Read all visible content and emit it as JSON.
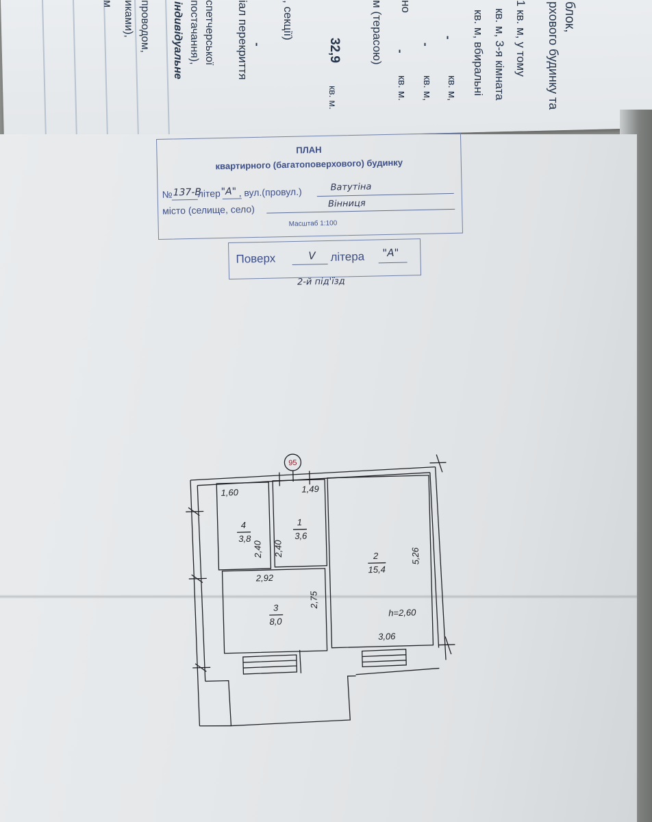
{
  "top_page": {
    "lines": [
      "блок,",
      "рхового будинку та",
      "1  кв. м, у тому",
      "кв. м, 3-я кімната",
      "кв. м, вбиральні",
      "но",
      "м (терасою)",
      "кв. м,",
      "кв. м,",
      "кв. м.",
      "-",
      "-",
      "-",
      "32,9",
      "кв. м.",
      ", секції)",
      "-",
      "іал перекриття",
      "спетчерської",
      "постачання),",
      "індивідуальне",
      "проводом,",
      "иками),",
      "м"
    ]
  },
  "title_block": {
    "heading": "ПЛАН",
    "subheading": "квартирного (багатоповерхового) будинку",
    "number_label": "№",
    "number_value": "137-В",
    "liter_label": "літер",
    "liter_value": "\"А\"",
    "street_label": ", вул.(провул.)",
    "street_value": "Ватутіна",
    "city_label": "місто (селище, село)",
    "city_value": "Вінниця",
    "scale": "Масштаб 1:100"
  },
  "floor_block": {
    "floor_label": "Поверх",
    "floor_value": "V",
    "liter_label": "літера",
    "liter_value": "\"А\"",
    "entrance_note": "2-й під'їзд"
  },
  "plan": {
    "apartment_number": "95",
    "ceiling_height": "h=2,60",
    "rooms": [
      {
        "number": "4",
        "area": "3,8"
      },
      {
        "number": "1",
        "area": "3,6"
      },
      {
        "number": "2",
        "area": "15,4"
      },
      {
        "number": "3",
        "area": "8,0"
      }
    ],
    "dimensions": {
      "room4_width": "1,60",
      "room1_width": "1,49",
      "room4_length": "2,40",
      "room1_length": "2,40",
      "room3_width": "2,92",
      "room3_length": "2,75",
      "room2_length": "5,26",
      "room2_width": "3,06"
    }
  }
}
